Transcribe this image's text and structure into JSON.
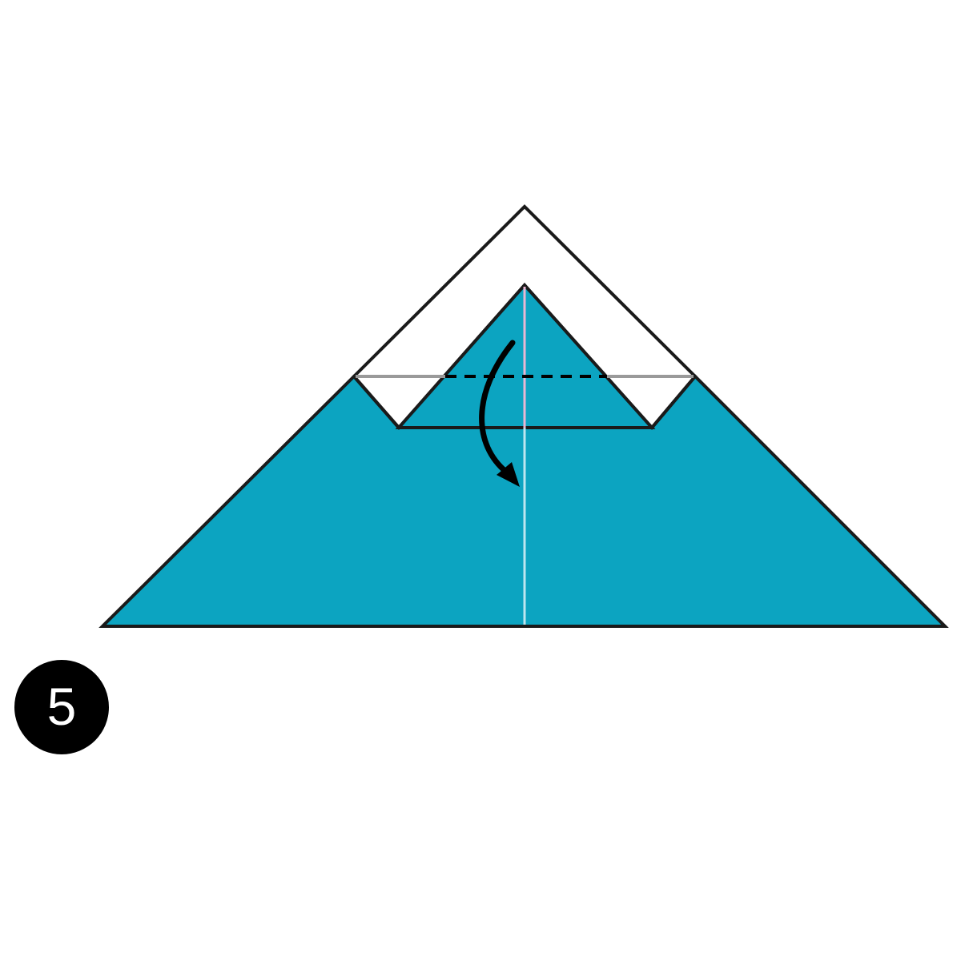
{
  "step": {
    "number": "5"
  },
  "colors": {
    "paper_front": "#0ca4c1",
    "paper_back": "#ffffff",
    "outline": "#1a1a1a",
    "center_crease_upper": "#e9b7d3",
    "center_crease_lower": "#bde6f0",
    "edge_guide": "#9a9a9a",
    "valley_fold_line": "#000000",
    "arrow": "#000000",
    "badge_background": "#000000",
    "badge_text": "#ffffff"
  },
  "diagram": {
    "fold_type": "valley-fold",
    "arrow_direction": "down"
  }
}
